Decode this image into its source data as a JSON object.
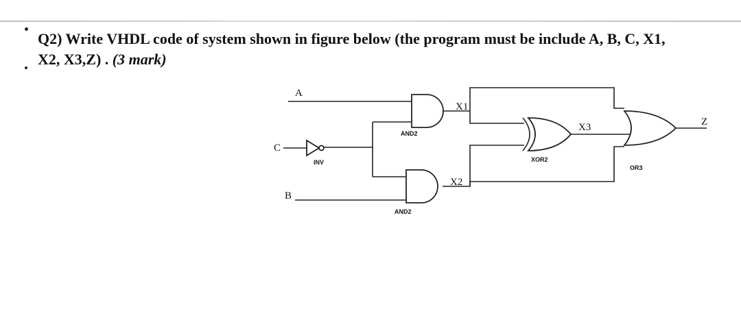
{
  "question": {
    "line1": "Q2) Write VHDL code of system shown in figure below (the program must be include A, B, C, X1,",
    "line2_main": "X2, X3,Z) . ",
    "line2_mark": "(3 mark)"
  },
  "diagram": {
    "inputs": {
      "a": "A",
      "b": "B",
      "c": "C"
    },
    "signals": {
      "x1": "X1",
      "x2": "X2",
      "x3": "X3",
      "z": "Z"
    },
    "gates": {
      "inv": "INV",
      "and_top": "AND2",
      "and_bottom": "AND2",
      "xor": "XOR2",
      "or": "OR3"
    }
  }
}
